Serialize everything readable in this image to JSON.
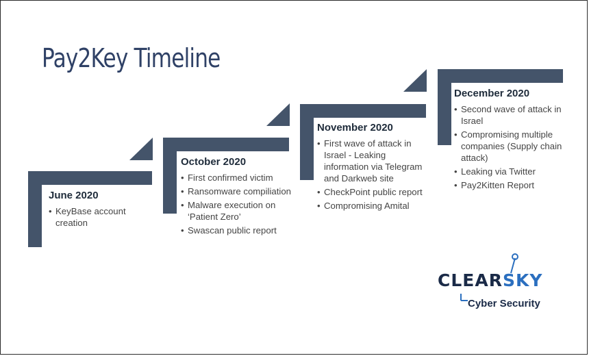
{
  "title": "Pay2Key Timeline",
  "colors": {
    "accent": "#44546a",
    "title": "#2f4166",
    "logo_dark": "#1a2a47",
    "logo_blue": "#2b6fbf"
  },
  "stages": [
    {
      "date": "June 2020",
      "items": [
        "KeyBase account creation"
      ]
    },
    {
      "date": "October 2020",
      "items": [
        "First confirmed victim",
        "Ransomware compiliation",
        "Malware execution on ‘Patient Zero’",
        "Swascan public report"
      ]
    },
    {
      "date": "November 2020",
      "items": [
        "First wave of attack in Israel - Leaking information via Telegram and Darkweb site",
        "CheckPoint public report",
        "Compromising Amital"
      ]
    },
    {
      "date": "December 2020",
      "items": [
        "Second wave of attack in Israel",
        "Compromising multiple companies (Supply chain attack)",
        "Leaking via Twitter",
        "Pay2Kitten Report"
      ]
    }
  ],
  "logo": {
    "main_dark": "CLEAR",
    "main_blue": "SKY",
    "sub": "Cyber Security"
  }
}
